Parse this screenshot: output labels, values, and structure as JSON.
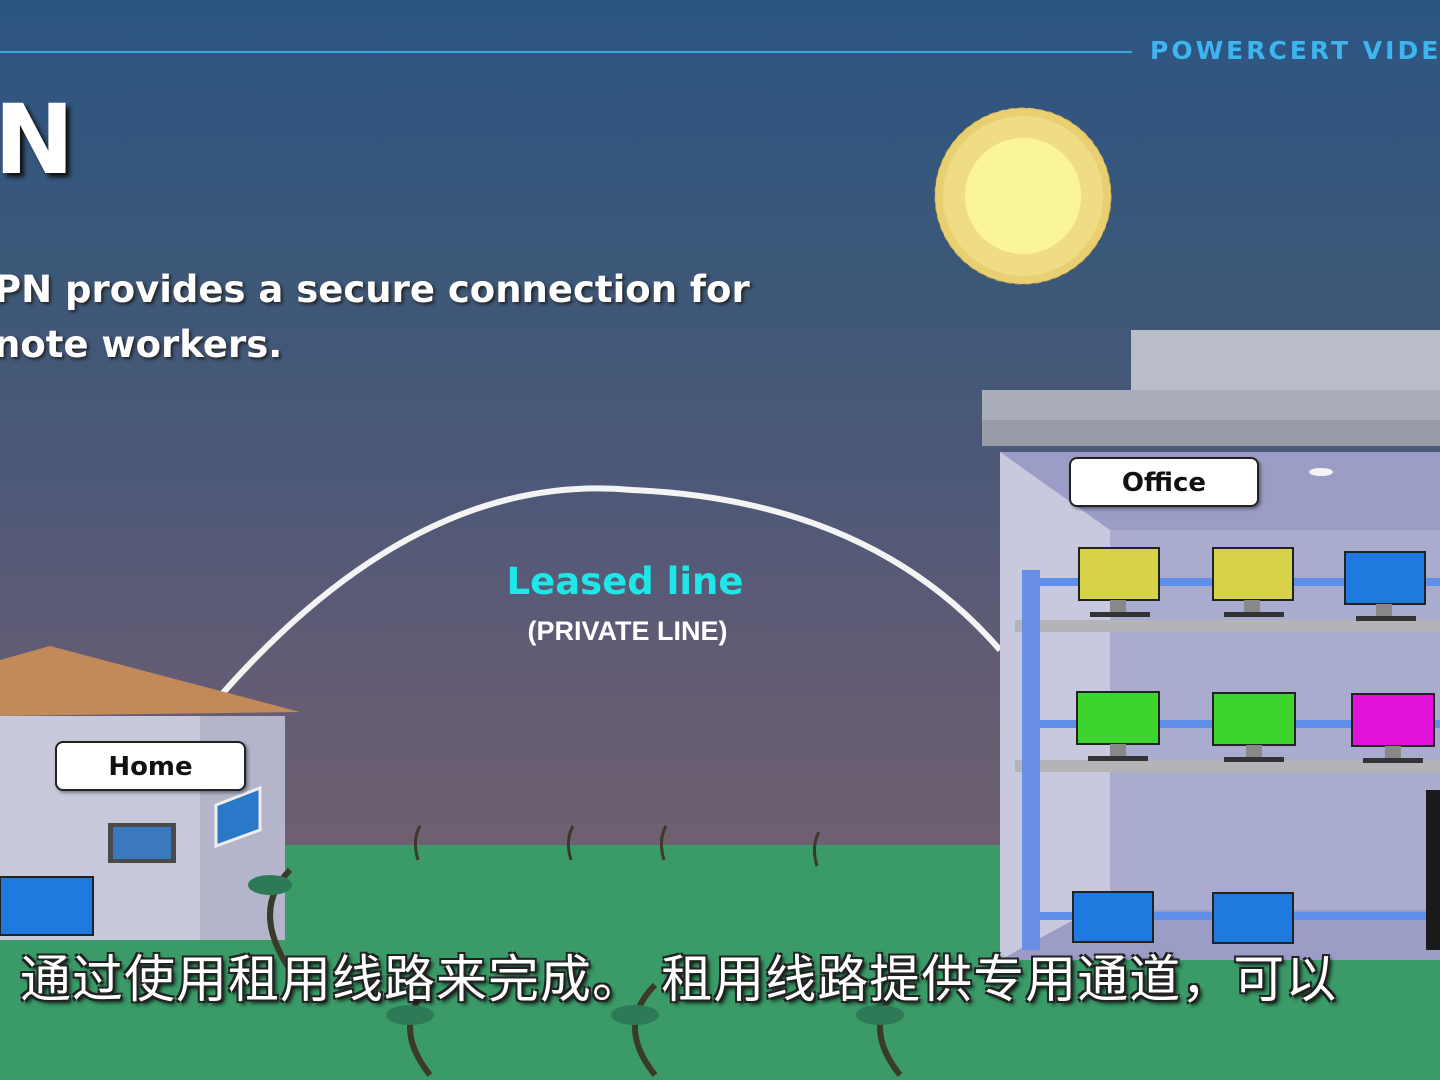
{
  "brand": "POWERCERT VIDE",
  "title_letter": "N",
  "description": {
    "line1": "PN provides a secure connection for",
    "line2": "note workers."
  },
  "connection": {
    "name": "Leased line",
    "subname": "(PRIVATE LINE)",
    "name_color": "#1fe6e8"
  },
  "locations": {
    "office": "Office",
    "home": "Home"
  },
  "subtitle": "通过使用租用线路来完成。 租用线路提供专用通道，可以",
  "colors": {
    "accent": "#3aa6dc",
    "ground": "#3a9a68",
    "sun": "#fbf59a",
    "cable": "#4a90e0"
  }
}
